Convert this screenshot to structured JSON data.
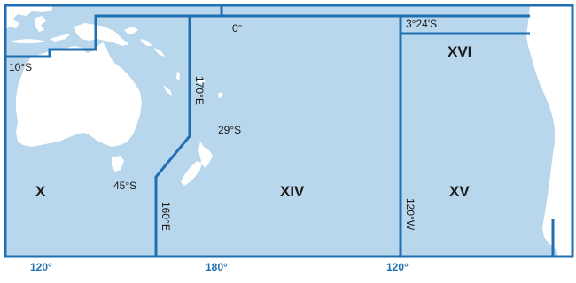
{
  "colors": {
    "ocean": "#b9d7ec",
    "border": "#1f6fb2",
    "land": "#ffffff",
    "text": "#1a1a1a",
    "tick_text": "#1f6fb2"
  },
  "areas": {
    "x": "X",
    "xiv": "XIV",
    "xv": "XV",
    "xvi": "XVI"
  },
  "annotations": {
    "lat_0": "0°",
    "lat_3_24s": "3°24'S",
    "lat_10s": "10°S",
    "lat_29s": "29°S",
    "lat_45s": "45°S",
    "lon_170e": "170°E",
    "lon_160e": "160°E",
    "lon_120w": "120°W"
  },
  "bottom_ticks": {
    "t120e": "120°",
    "t180": "180°",
    "t120w": "120°"
  }
}
